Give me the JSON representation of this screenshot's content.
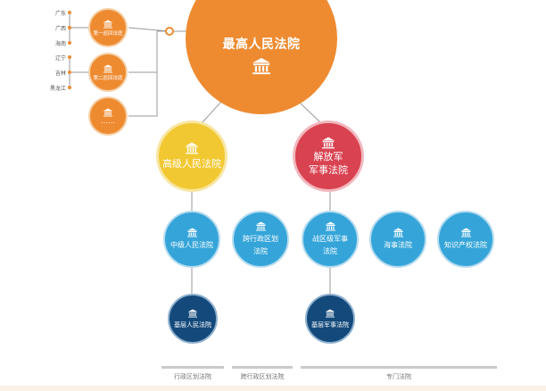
{
  "nodes": {
    "supreme": "最高人民法院",
    "circuit1": "第一巡回法庭",
    "circuit2": "第二巡回法庭",
    "circuit3": "……",
    "high": "高级人民法院",
    "pla_line1": "解放军",
    "pla_line2": "军事法院",
    "intermediate": "中级人民法院",
    "crossadmin_line1": "跨行政区划",
    "crossadmin_line2": "法院",
    "warzone_line1": "战区级军事",
    "warzone_line2": "法院",
    "maritime": "海事法院",
    "ip": "知识产权法院",
    "basic": "基层人民法院",
    "basic_mil": "基层军事法院"
  },
  "provinces": [
    "广东",
    "广西",
    "海南",
    "辽宁",
    "吉林",
    "黑龙江"
  ],
  "categories": {
    "admin": "行政区划法院",
    "cross": "跨行政区划法院",
    "special": "专门法院"
  },
  "icons": {
    "court": "courthouse-icon"
  },
  "colors": {
    "supreme": "#ee8b31",
    "high": "#f2c832",
    "military": "#d94250",
    "intermediate": "#35a5d9",
    "basic": "#144a7b"
  }
}
